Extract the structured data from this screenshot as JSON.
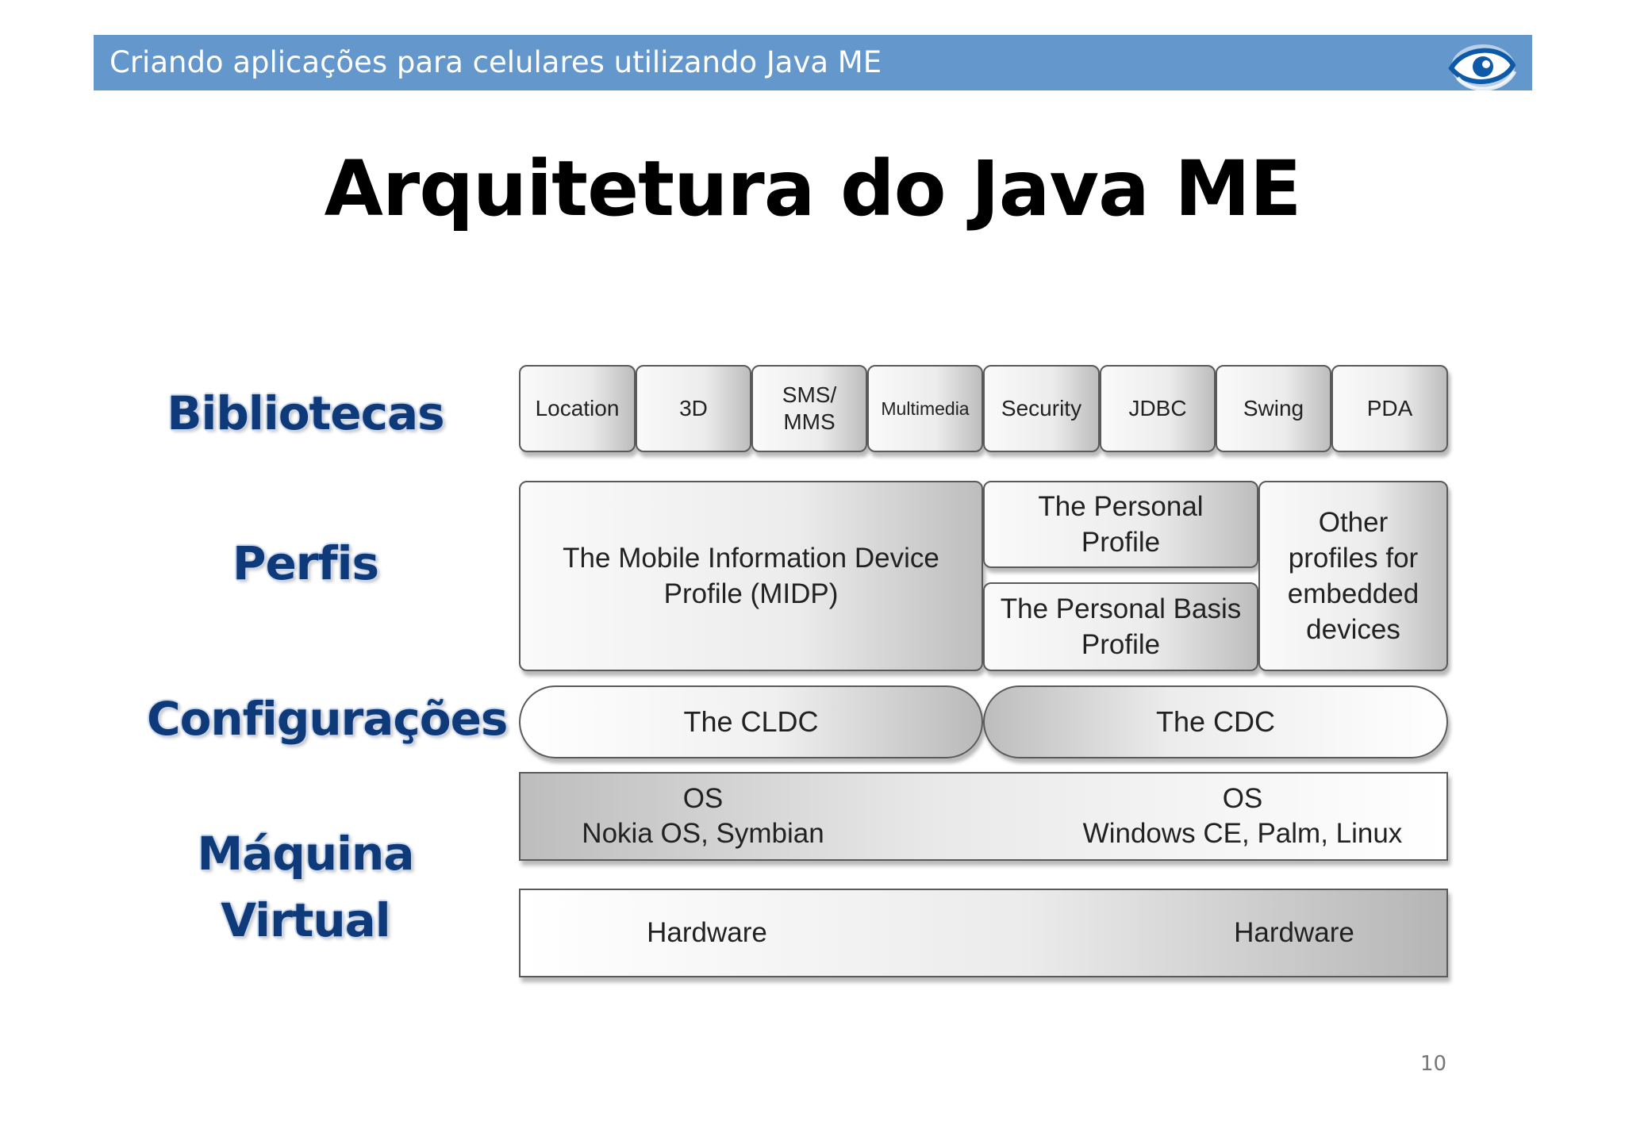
{
  "header": {
    "banner_text": "Criando aplicações para celulares utilizando Java ME",
    "logo_icon": "eye-swirl-logo-icon",
    "banner_color": "#6498cc"
  },
  "title": "Arquitetura do Java ME",
  "layer_labels": {
    "libraries": "Bibliotecas",
    "profiles": "Perfis",
    "configurations": "Configurações",
    "virtual_machine_line1": "Máquina",
    "virtual_machine_line2": "Virtual"
  },
  "diagram": {
    "libraries": [
      "Location",
      "3D",
      "SMS/",
      "MMS",
      "Multimedia",
      "Security",
      "JDBC",
      "Swing",
      "PDA"
    ],
    "profiles": {
      "midp_line1": "The Mobile Information Device",
      "midp_line2": "Profile (MIDP)",
      "personal_line1": "The Personal",
      "personal_line2": "Profile",
      "personal_basis_line1": "The Personal Basis",
      "personal_basis_line2": "Profile",
      "other_line1": "Other",
      "other_line2": "profiles for",
      "other_line3": "embedded",
      "other_line4": "devices"
    },
    "configurations": {
      "cldc": "The CLDC",
      "cdc": "The CDC"
    },
    "os": {
      "left_title": "OS",
      "left_detail": "Nokia OS, Symbian",
      "right_title": "OS",
      "right_detail": "Windows CE, Palm, Linux"
    },
    "hardware": {
      "left": "Hardware",
      "right": "Hardware"
    }
  },
  "footer": {
    "page_number": "10"
  }
}
